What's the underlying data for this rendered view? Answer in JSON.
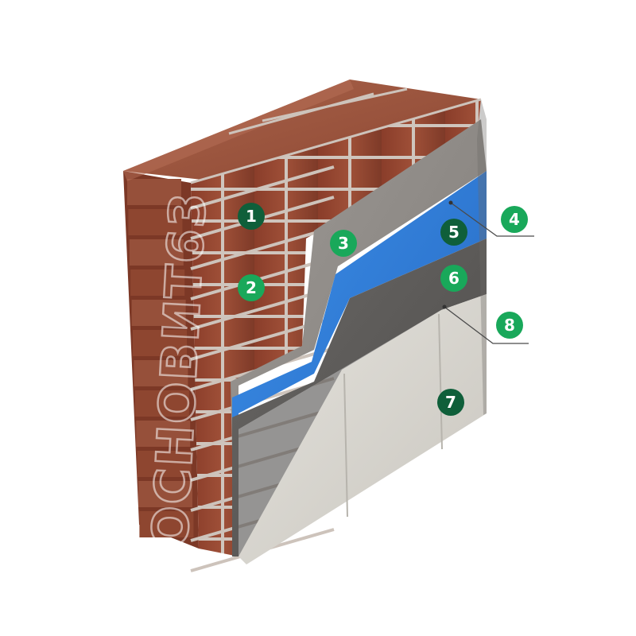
{
  "watermark": {
    "text": "ОСНОВИТ63"
  },
  "callouts": [
    {
      "label": "1",
      "style": "dark"
    },
    {
      "label": "2",
      "style": "light"
    },
    {
      "label": "3",
      "style": "light"
    },
    {
      "label": "4",
      "style": "light"
    },
    {
      "label": "5",
      "style": "dark"
    },
    {
      "label": "6",
      "style": "light"
    },
    {
      "label": "7",
      "style": "dark"
    },
    {
      "label": "8",
      "style": "light"
    }
  ],
  "colors": {
    "badge_dark": "#0f5f3a",
    "badge_light": "#19a85a",
    "brick": "#9a4a33",
    "brick_top": "#a55a3f",
    "mortar": "#c8bdb5",
    "adhesive_gray": "#8f8b87",
    "insulation_blue": "#2f7ed9",
    "base_coat_dark": "#5b5957",
    "plaster_light": "#d9d7d1"
  }
}
